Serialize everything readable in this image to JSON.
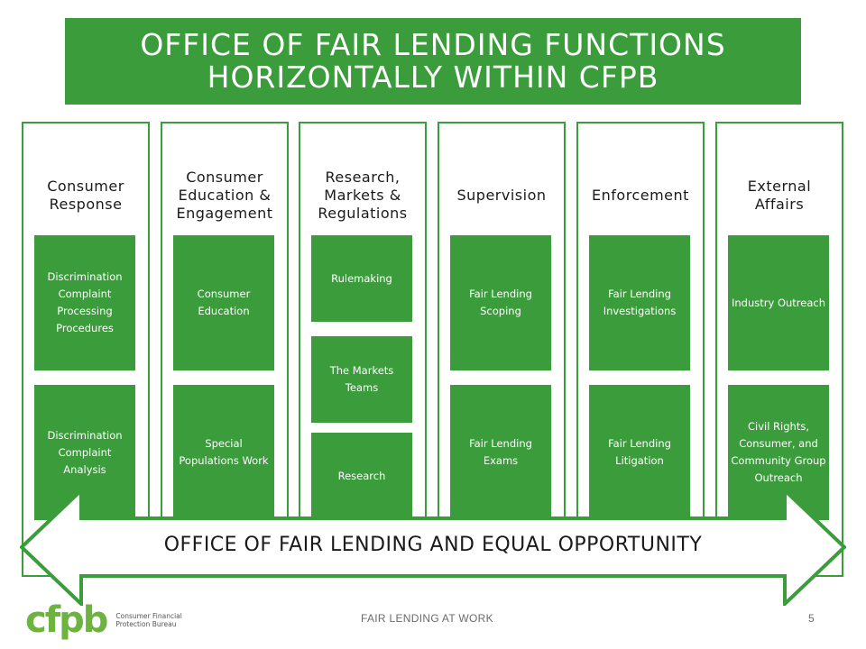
{
  "title": {
    "line1": "OFFICE OF FAIR LENDING FUNCTIONS",
    "line2": "HORIZONTALLY WITHIN CFPB"
  },
  "columns": [
    {
      "header": "Consumer Response",
      "boxes": [
        "Discrimination Complaint Processing Procedures",
        "Discrimination Complaint Analysis"
      ]
    },
    {
      "header": "Consumer Education & Engagement",
      "boxes": [
        "Consumer Education",
        "Special Populations Work"
      ]
    },
    {
      "header": "Research, Markets & Regulations",
      "boxes": [
        "Rulemaking",
        "The Markets Teams",
        "Research"
      ]
    },
    {
      "header": "Supervision",
      "boxes": [
        "Fair Lending Scoping",
        "Fair Lending Exams"
      ]
    },
    {
      "header": "Enforcement",
      "boxes": [
        "Fair Lending Investigations",
        "Fair Lending Litigation"
      ]
    },
    {
      "header": "External Affairs",
      "boxes": [
        "Industry Outreach",
        "Civil Rights, Consumer, and Community Group Outreach"
      ]
    }
  ],
  "arrow_label": "OFFICE OF FAIR LENDING AND EQUAL OPPORTUNITY",
  "footer": {
    "text": "FAIR LENDING AT WORK",
    "page_number": "5",
    "logo_mark": "cfpb",
    "logo_line1": "Consumer Financial",
    "logo_line2": "Protection Bureau"
  },
  "colors": {
    "green": "#3b9c3b",
    "logo_green": "#6db33f"
  }
}
